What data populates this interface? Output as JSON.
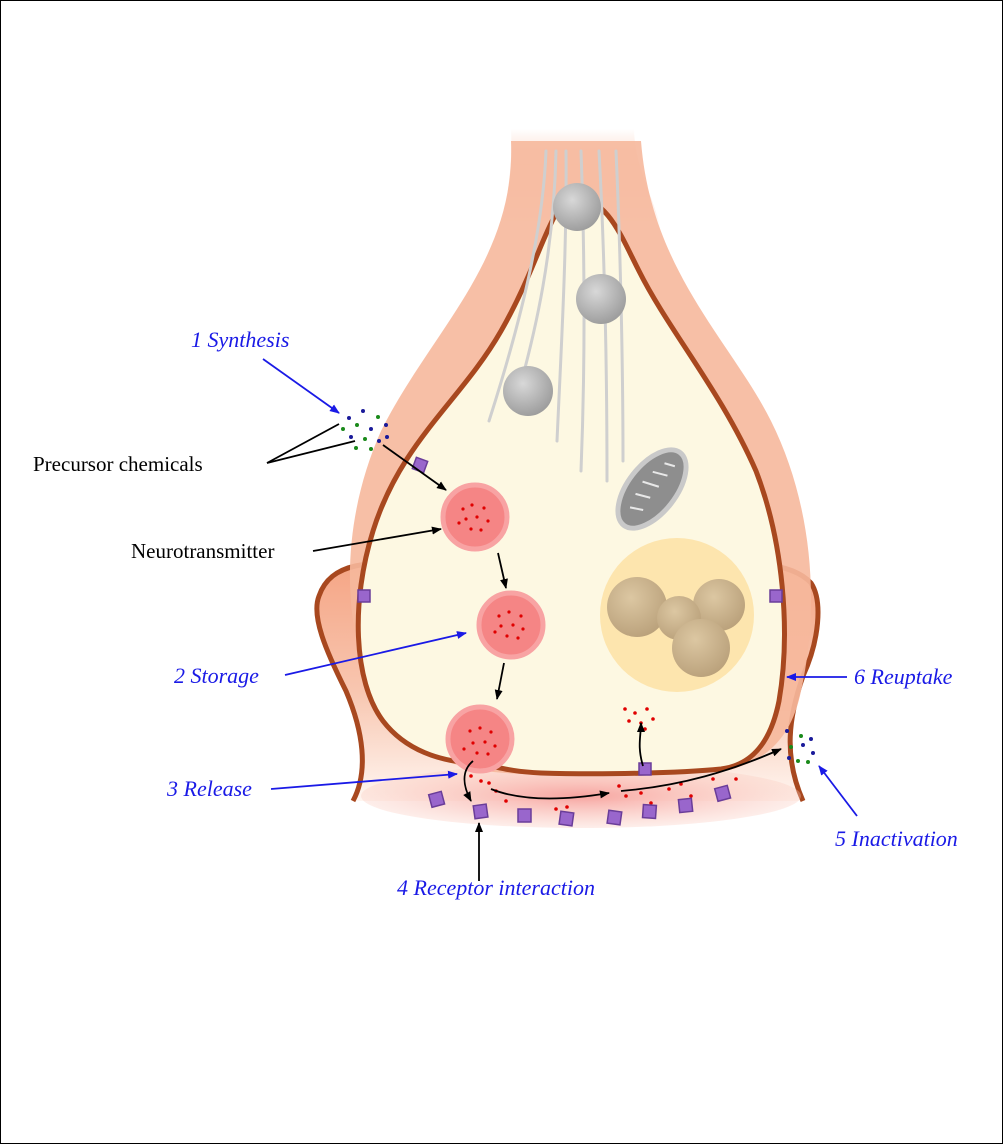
{
  "labels": {
    "synthesis": "1 Synthesis",
    "precursor": "Precursor chemicals",
    "neurotransmitter": "Neurotransmitter",
    "storage": "2 Storage",
    "release": "3 Release",
    "receptor": "4 Receptor interaction",
    "inactivation": "5 Inactivation",
    "reuptake": "6 Reuptake"
  },
  "colors": {
    "membrane": "#a8481f",
    "outer_tissue": "#f6b89c",
    "cytoplasm": "#fdf8e2",
    "vesicle": "#f58585",
    "transmitter_dot": "#e00000",
    "receptor": "#9966cc",
    "label_blue": "#1a1ae6",
    "arrow_black": "#000000"
  }
}
